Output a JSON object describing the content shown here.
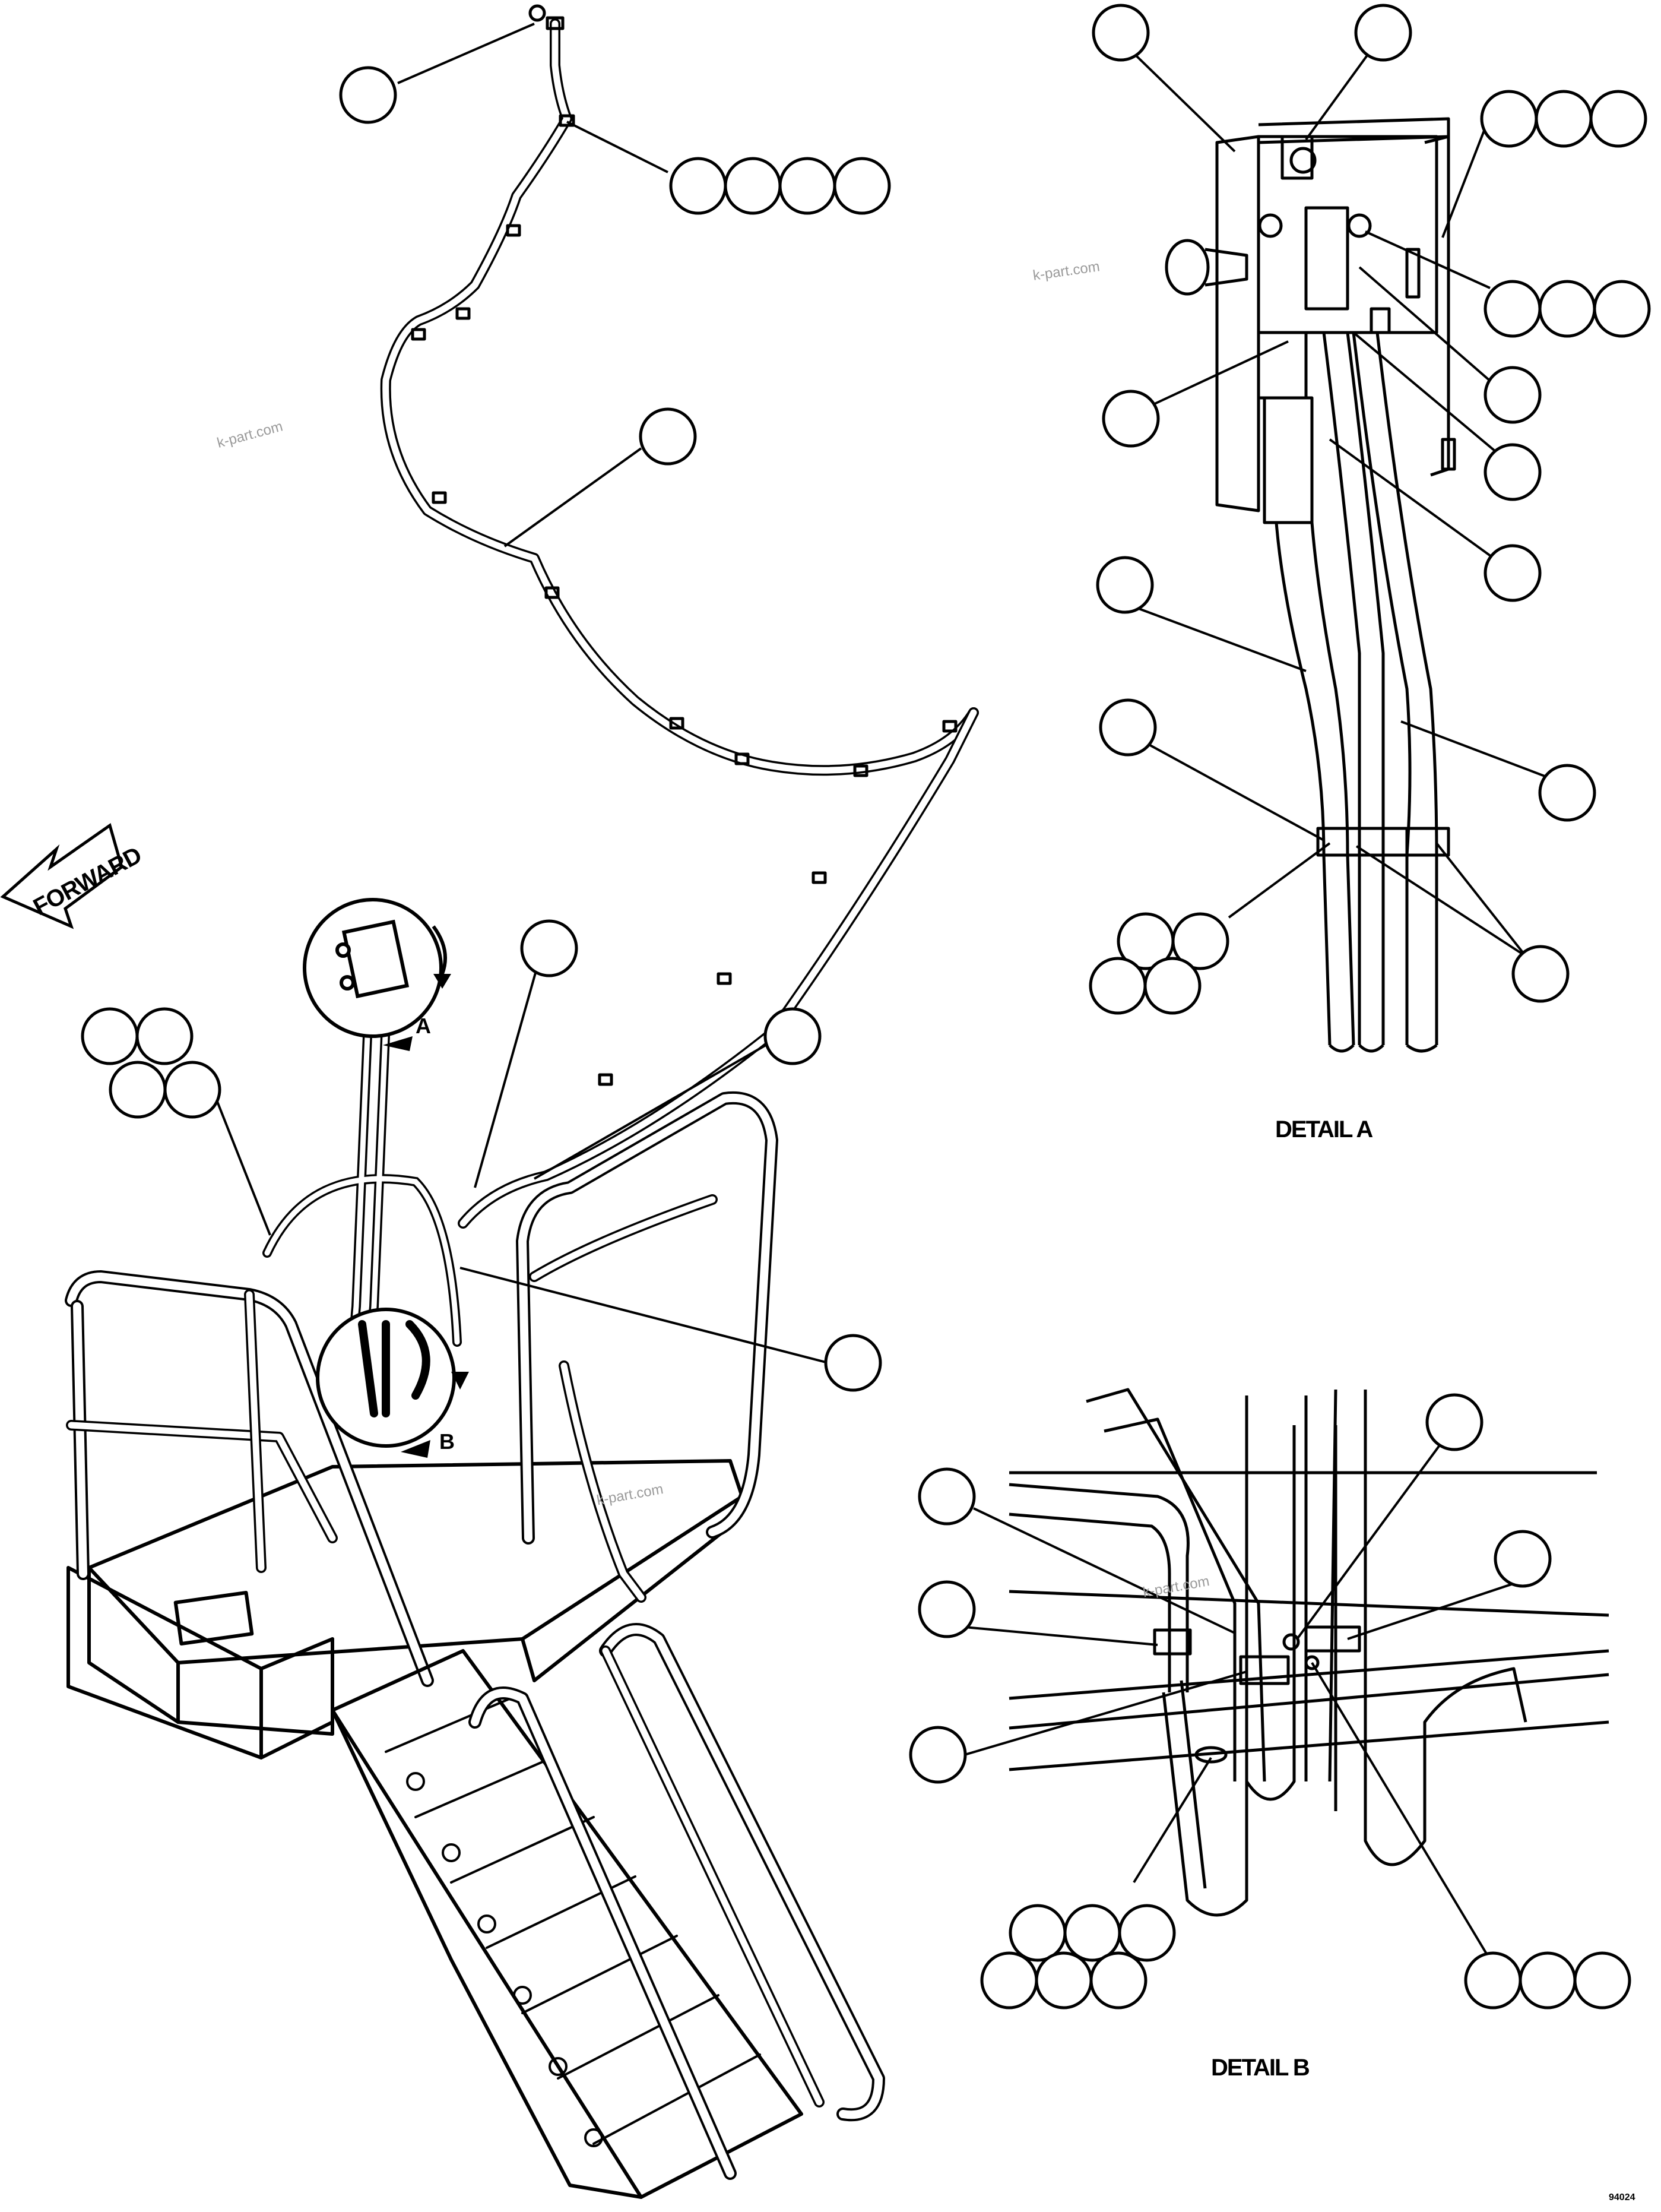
{
  "labels": {
    "forward": "FORWARD",
    "view_a": "A",
    "view_b": "B",
    "detail_a": "DETAIL A",
    "detail_b": "DETAIL B",
    "drawing_number": "94024"
  },
  "watermarks": [
    "k-part.com",
    "k-part.com",
    "k-part.com",
    "k-part.com"
  ],
  "colors": {
    "line": "#000000",
    "background": "#ffffff",
    "watermark": "#9a9a9a"
  }
}
